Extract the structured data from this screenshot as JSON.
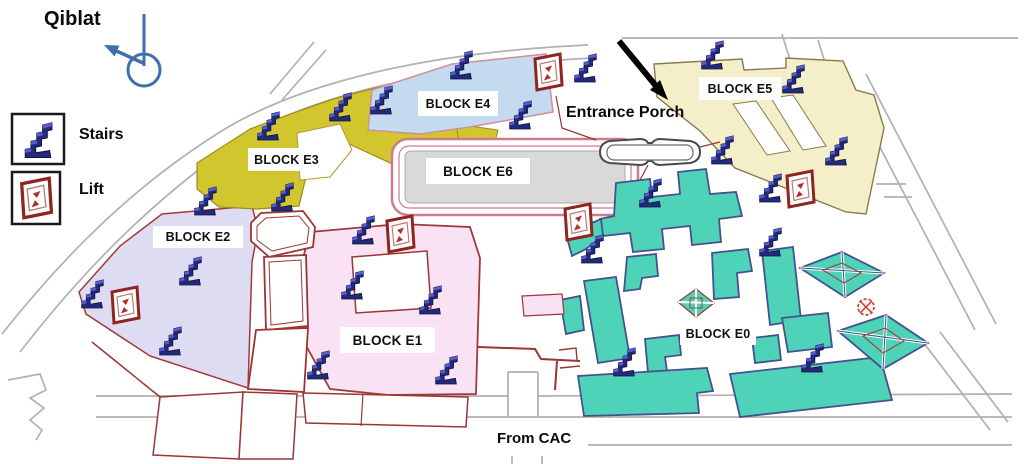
{
  "labels": {
    "qiblat": "Qiblat",
    "entrance_porch": "Entrance Porch",
    "from_cac": "From CAC"
  },
  "legend": {
    "stairs": "Stairs",
    "lift": "Lift"
  },
  "blocks": [
    {
      "id": "e0",
      "label": "BLOCK E0"
    },
    {
      "id": "e1",
      "label": "BLOCK E1"
    },
    {
      "id": "e2",
      "label": "BLOCK E2"
    },
    {
      "id": "e3",
      "label": "BLOCK E3"
    },
    {
      "id": "e4",
      "label": "BLOCK E4"
    },
    {
      "id": "e5",
      "label": "BLOCK E5"
    },
    {
      "id": "e6",
      "label": "BLOCK E6"
    }
  ],
  "block_colors": {
    "e0": "#4fd3b8",
    "e1": "#f8e2f4",
    "e2": "#dddcf2",
    "e3": "#d2c62e",
    "e4": "#c4daee",
    "e5": "#f4eec9",
    "e6": "#d9d9d9"
  },
  "colors": {
    "road_gray": "#b3b0ae",
    "corridor_red": "#9c3535",
    "stairs_navy": "#232a7c",
    "lift_red": "#8f2420",
    "compass_blue": "#3f6fad",
    "arrow_black": "#000000"
  },
  "markers": {
    "stairs": [
      [
        268,
        125
      ],
      [
        340,
        106
      ],
      [
        381,
        99
      ],
      [
        461,
        64
      ],
      [
        520,
        114
      ],
      [
        585,
        67
      ],
      [
        712,
        54
      ],
      [
        793,
        78
      ],
      [
        722,
        149
      ],
      [
        836,
        150
      ],
      [
        770,
        187
      ],
      [
        282,
        196
      ],
      [
        205,
        200
      ],
      [
        190,
        270
      ],
      [
        92,
        293
      ],
      [
        170,
        340
      ],
      [
        363,
        229
      ],
      [
        352,
        284
      ],
      [
        430,
        299
      ],
      [
        318,
        364
      ],
      [
        446,
        369
      ],
      [
        592,
        248
      ],
      [
        650,
        192
      ],
      [
        770,
        241
      ],
      [
        624,
        361
      ],
      [
        812,
        357
      ]
    ],
    "lifts": [
      [
        548,
        72
      ],
      [
        800,
        189
      ],
      [
        125,
        305
      ],
      [
        400,
        234
      ],
      [
        578,
        222
      ]
    ]
  }
}
